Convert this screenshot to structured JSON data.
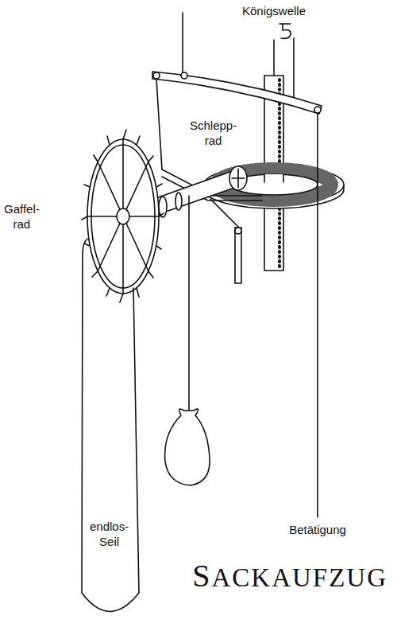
{
  "diagram": {
    "caption": "SACKAUFZUG",
    "labels": [
      "Königswelle",
      "Schlepp- rad",
      "Gaffel- rad",
      "endlos- Seil",
      "Betätigung"
    ]
  }
}
